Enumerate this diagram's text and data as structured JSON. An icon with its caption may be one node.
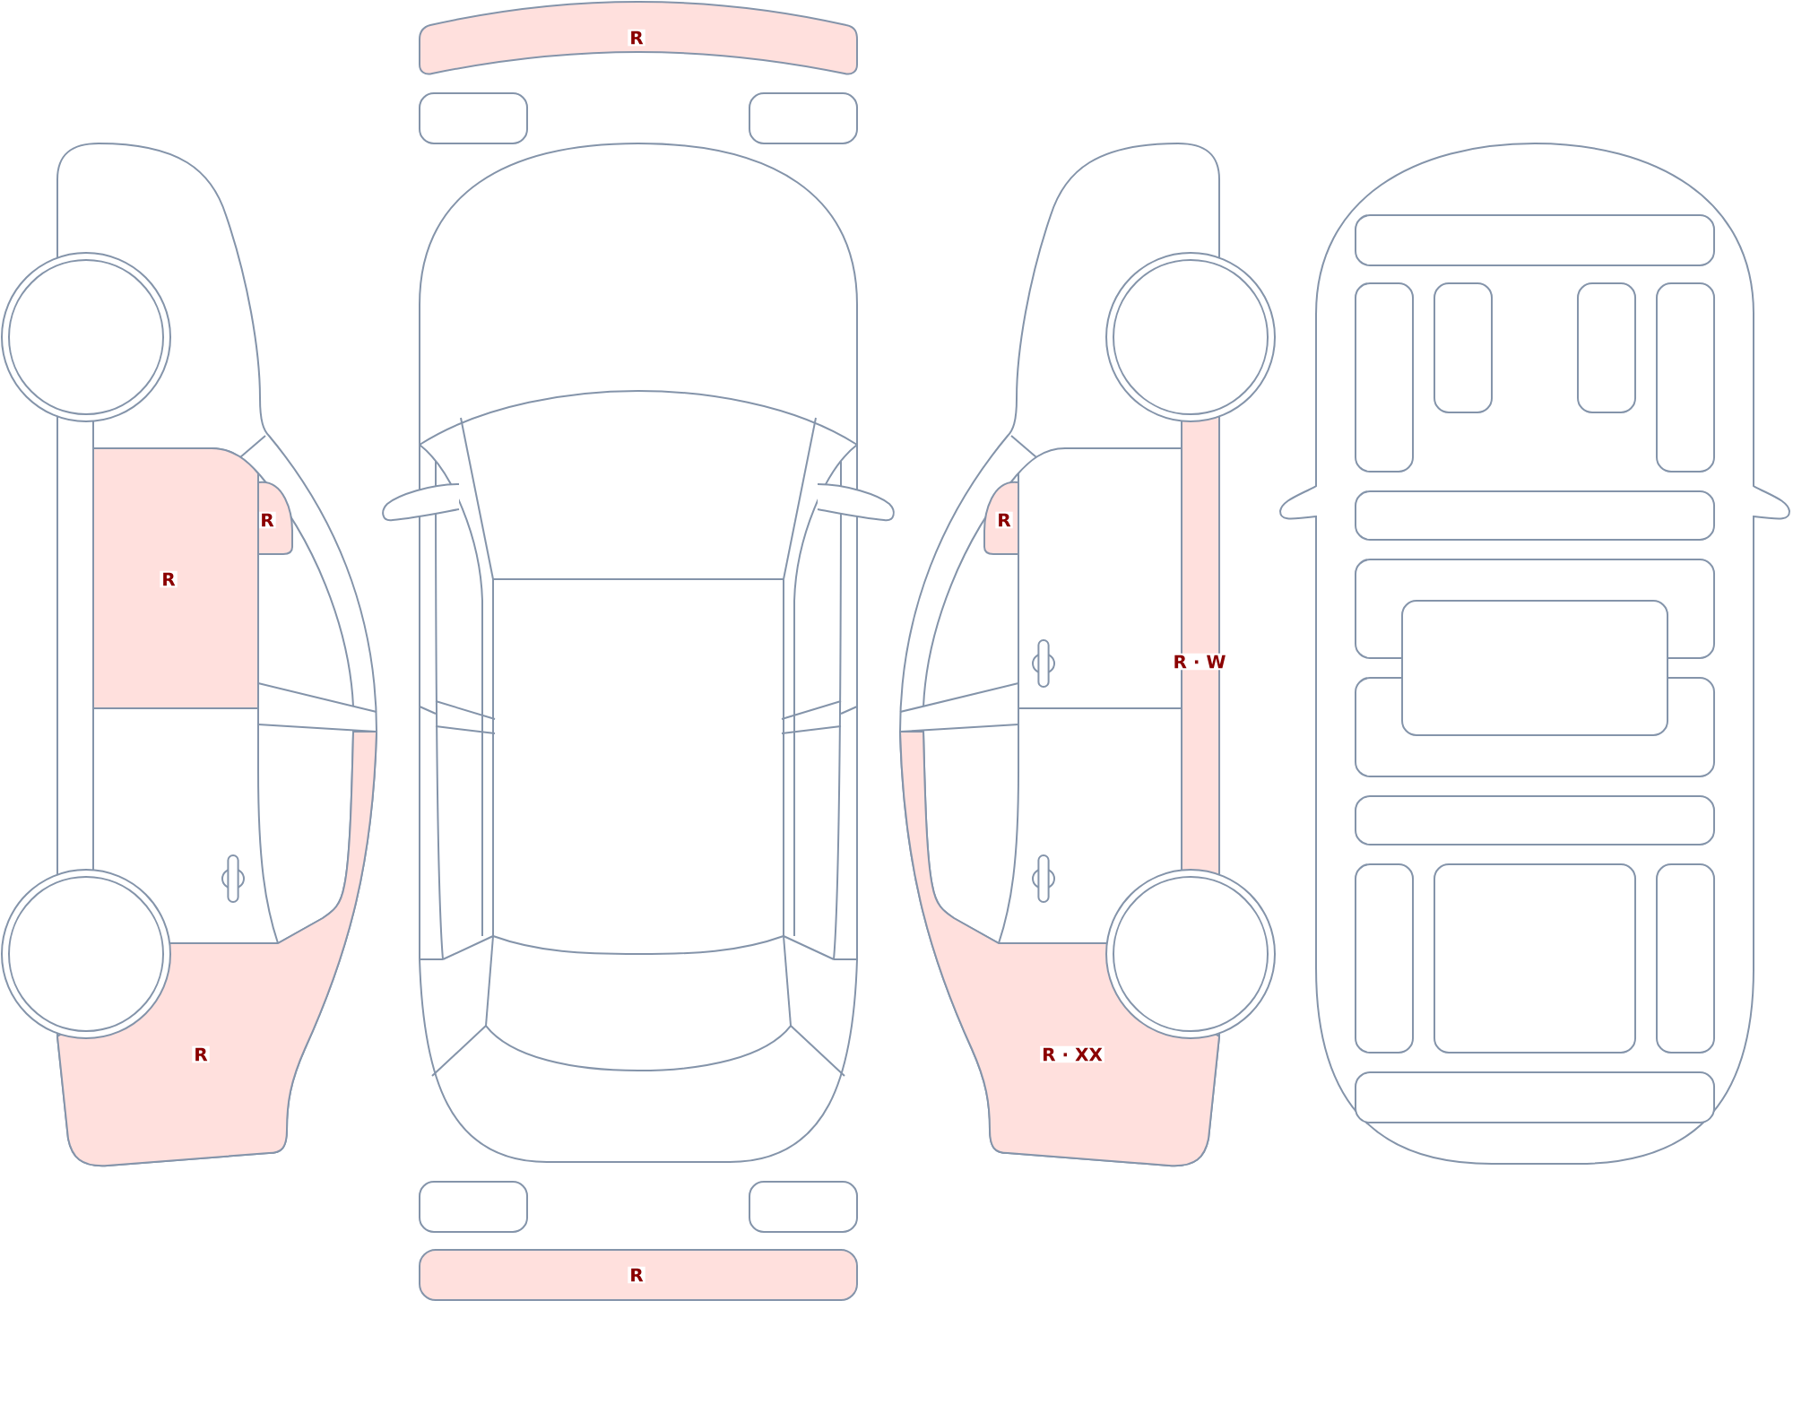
{
  "diagram": {
    "nodes": [
      {
        "text": [
          "R"
        ]
      },
      {
        "text": [
          "R"
        ]
      },
      {
        "text": [
          "R"
        ]
      },
      {
        "text": [
          "R"
        ]
      },
      {
        "text": [
          "R · W"
        ]
      },
      {
        "text": [
          "R"
        ]
      },
      {
        "text": [
          "R · XX"
        ]
      },
      {
        "text": [
          "R"
        ]
      }
    ]
  }
}
